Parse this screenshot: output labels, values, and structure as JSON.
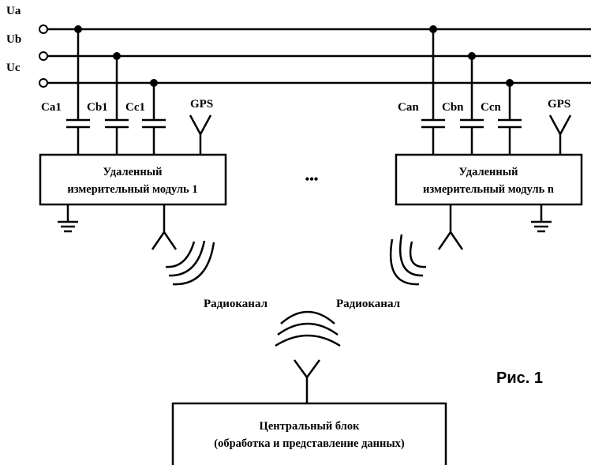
{
  "phases": {
    "a": "Ua",
    "b": "Ub",
    "c": "Uc"
  },
  "module1": {
    "capacitors": [
      "Ca1",
      "Cb1",
      "Cc1"
    ],
    "gps": "GPS",
    "title_line1": "Удаленный",
    "title_line2": "измерительный модуль 1"
  },
  "modulen": {
    "capacitors": [
      "Can",
      "Cbn",
      "Ccn"
    ],
    "gps": "GPS",
    "title_line1": "Удаленный",
    "title_line2": "измерительный модуль n"
  },
  "ellipsis": "•••",
  "radio_left": "Радиоканал",
  "radio_right": "Радиоканал",
  "central": {
    "title_line1": "Центральный блок",
    "title_line2": "(обработка и представление данных)"
  },
  "figure_caption": "Рис. 1"
}
